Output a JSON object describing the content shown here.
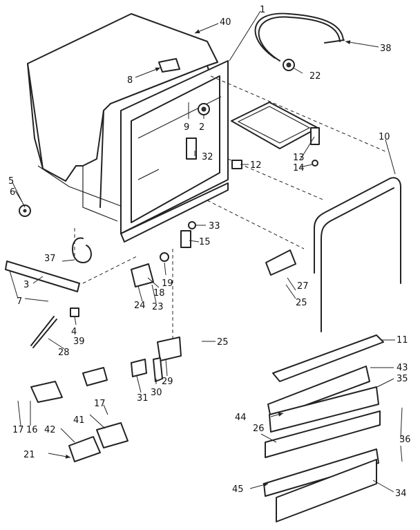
{
  "callouts": [
    "1",
    "2",
    "3",
    "4",
    "5",
    "6",
    "7",
    "8",
    "9",
    "10",
    "11",
    "12",
    "13",
    "14",
    "15",
    "16",
    "17",
    "17",
    "18",
    "19",
    "21",
    "22",
    "23",
    "24",
    "25",
    "25",
    "26",
    "27",
    "28",
    "29",
    "30",
    "31",
    "32",
    "33",
    "34",
    "35",
    "36",
    "37",
    "38",
    "39",
    "40",
    "41",
    "42",
    "43",
    "44",
    "45"
  ]
}
